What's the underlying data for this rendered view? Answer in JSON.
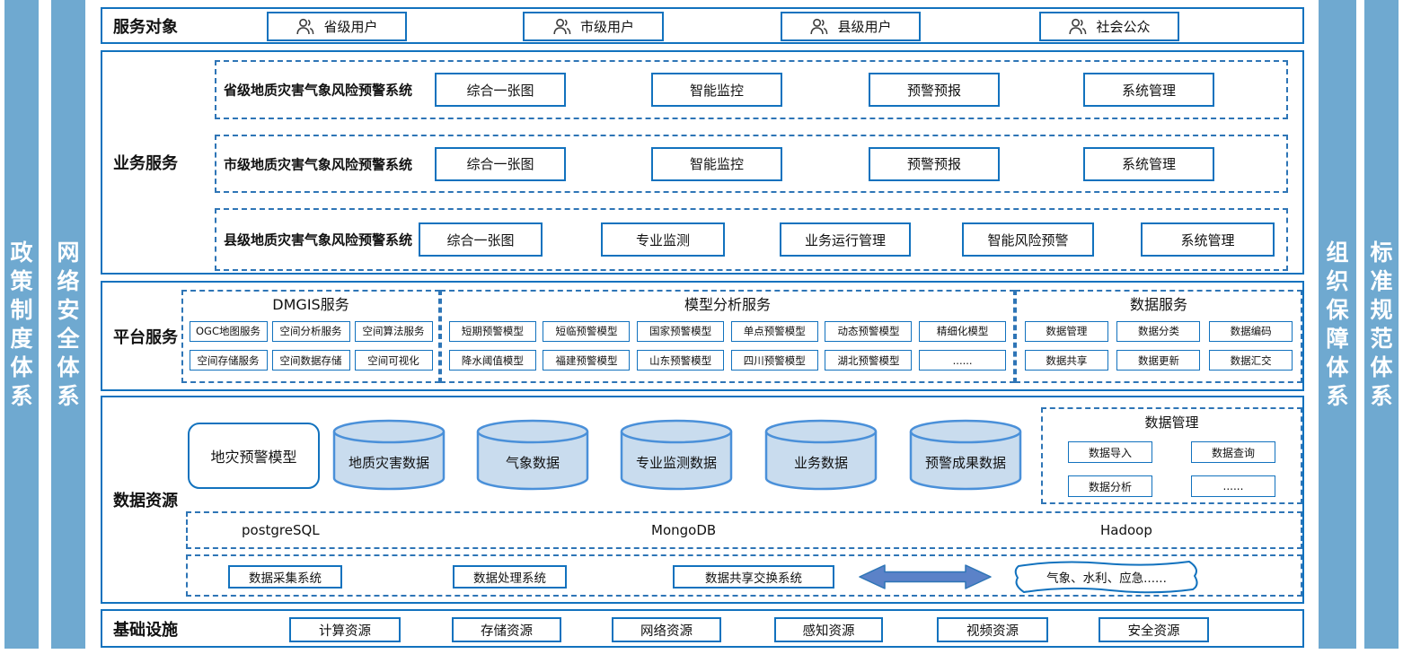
{
  "colors": {
    "pillar_blue": "#6FA9D0",
    "solid_border_blue": "#1272BE",
    "dashed_border_blue": "#2E75B6",
    "cylinder_fill": "#C9DCEE",
    "cylinder_stroke": "#4A90D9",
    "arrow_fill": "#5B82C8"
  },
  "pillars": {
    "left": [
      "政策制度体系",
      "网络安全体系"
    ],
    "right": [
      "组织保障体系",
      "标准规范体系"
    ]
  },
  "service_targets": {
    "label": "服务对象",
    "items": [
      "省级用户",
      "市级用户",
      "县级用户",
      "社会公众"
    ]
  },
  "business": {
    "label": "业务服务",
    "rows": [
      {
        "title": "省级地质灾害气象风险预警系统",
        "items": [
          "综合一张图",
          "智能监控",
          "预警预报",
          "系统管理"
        ]
      },
      {
        "title": "市级地质灾害气象风险预警系统",
        "items": [
          "综合一张图",
          "智能监控",
          "预警预报",
          "系统管理"
        ]
      },
      {
        "title": "县级地质灾害气象风险预警系统",
        "items": [
          "综合一张图",
          "专业监测",
          "业务运行管理",
          "智能风险预警",
          "系统管理"
        ]
      }
    ]
  },
  "platform": {
    "label": "平台服务",
    "groups": [
      {
        "title": "DMGIS服务",
        "rows": [
          [
            "OGC地图服务",
            "空间分析服务",
            "空间算法服务"
          ],
          [
            "空间存储服务",
            "空间数据存储",
            "空间可视化"
          ]
        ]
      },
      {
        "title": "模型分析服务",
        "rows": [
          [
            "短期预警模型",
            "短临预警模型",
            "国家预警模型",
            "单点预警模型",
            "动态预警模型",
            "精细化模型"
          ],
          [
            "降水阈值模型",
            "福建预警模型",
            "山东预警模型",
            "四川预警模型",
            "湖北预警模型",
            "......"
          ]
        ]
      },
      {
        "title": "数据服务",
        "rows": [
          [
            "数据管理",
            "数据分类",
            "数据编码"
          ],
          [
            "数据共享",
            "数据更新",
            "数据汇交"
          ]
        ]
      }
    ]
  },
  "data_resources": {
    "label": "数据资源",
    "model_box": "地灾预警模型",
    "cylinders": [
      "地质灾害数据",
      "气象数据",
      "专业监测数据",
      "业务数据",
      "预警成果数据"
    ],
    "data_management": {
      "title": "数据管理",
      "items": [
        "数据导入",
        "数据查询",
        "数据分析",
        "......"
      ]
    },
    "databases": [
      "postgreSQL",
      "MongoDB",
      "Hadoop"
    ],
    "systems": [
      "数据采集系统",
      "数据处理系统",
      "数据共享交换系统"
    ],
    "external_link": "气象、水利、应急......"
  },
  "infrastructure": {
    "label": "基础设施",
    "items": [
      "计算资源",
      "存储资源",
      "网络资源",
      "感知资源",
      "视频资源",
      "安全资源"
    ]
  }
}
